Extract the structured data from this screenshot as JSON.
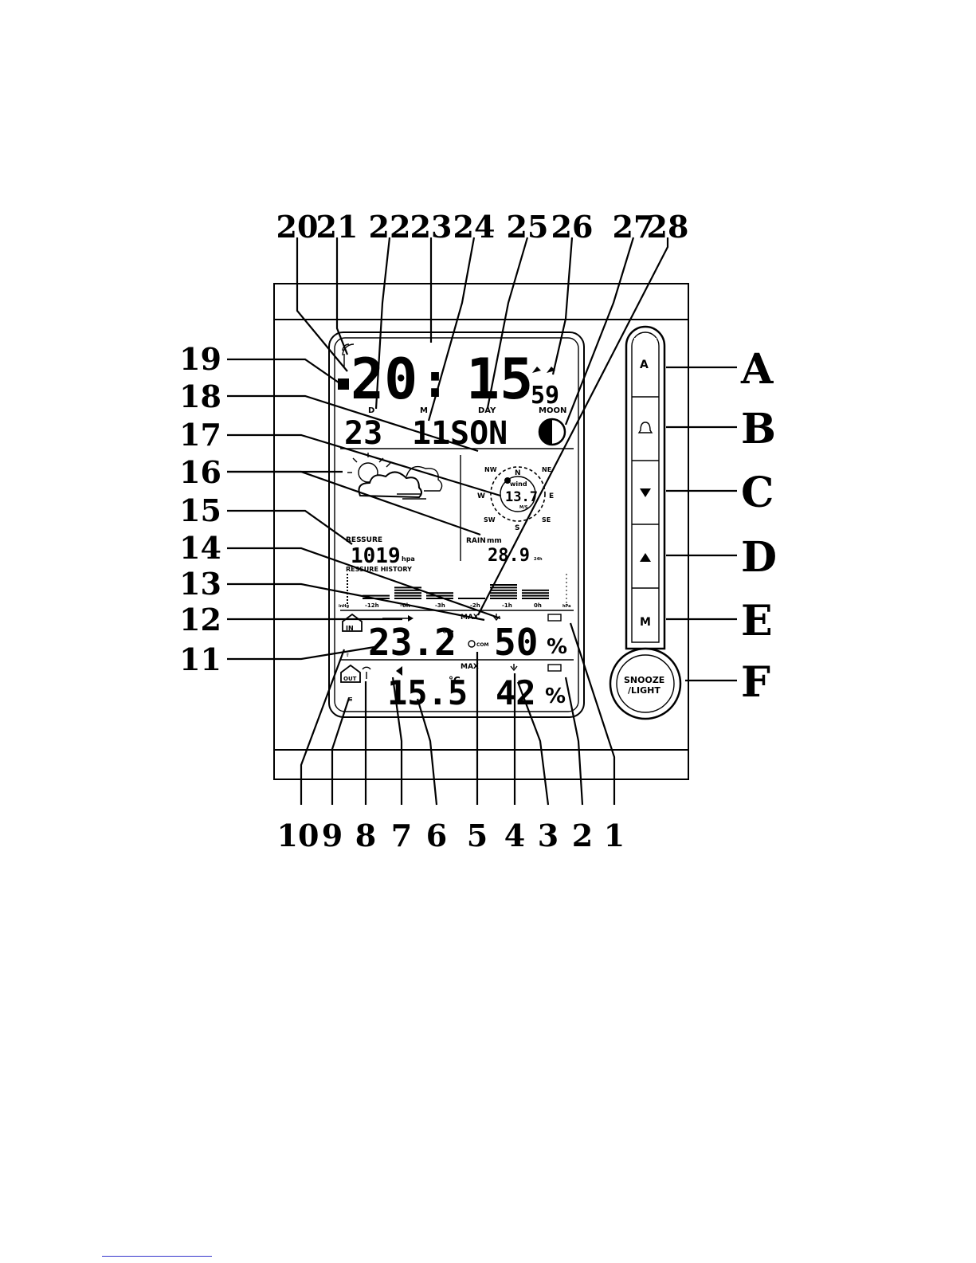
{
  "callouts_top": [
    "20",
    "21",
    "22",
    "23",
    "24",
    "25",
    "26",
    "27",
    "28"
  ],
  "callouts_left": [
    "19",
    "18",
    "17",
    "16",
    "15",
    "14",
    "13",
    "12",
    "11"
  ],
  "callouts_bottom": [
    "10",
    "9",
    "8",
    "7",
    "6",
    "5",
    "4",
    "3",
    "2",
    "1"
  ],
  "callouts_right": [
    "A",
    "B",
    "C",
    "D",
    "E",
    "F"
  ],
  "display": {
    "time_hours": "20",
    "time_colon": ":",
    "time_minutes": "15",
    "seconds": "59",
    "label_d": "D",
    "label_m": "M",
    "label_day": "DAY",
    "label_moon": "MOON",
    "date_day": "23",
    "date_month": "11",
    "weekday": "SON",
    "wind_label": "wind",
    "wind_value": "13.7",
    "wind_unit": "M/S",
    "compass": [
      "N",
      "NE",
      "E",
      "SE",
      "S",
      "SW",
      "W",
      "NW"
    ],
    "rain_label": "RAIN",
    "rain_unit": "mm",
    "rain_value": "28.9",
    "rain_period": "24h",
    "pressure_label": "RESSURE",
    "pressure_value": "1019",
    "pressure_unit": "hpa",
    "history_label": "RESSURE HISTORY",
    "history_hours": [
      "-12h",
      "-6h",
      "-3h",
      "-2h",
      "-1h",
      "0h"
    ],
    "history_levels": [
      2,
      5,
      3,
      1,
      6,
      4
    ],
    "history_left_unit": "inHg",
    "history_right_unit": "hPa",
    "max_label": "MAX",
    "in_label": "IN",
    "indoor_temp": "23.2",
    "temp_unit": "°C",
    "indoor_hum": "50",
    "hum_unit": "%",
    "com_label": "COM",
    "out_label": "OUT",
    "outdoor_temp": "15.5",
    "outdoor_hum": "42"
  },
  "buttons": {
    "a": "A",
    "b_icon": "bell-icon",
    "c_icon": "down-triangle-icon",
    "d_icon": "up-triangle-icon",
    "e": "M",
    "snooze": "SNOOZE",
    "light": "/LIGHT"
  }
}
